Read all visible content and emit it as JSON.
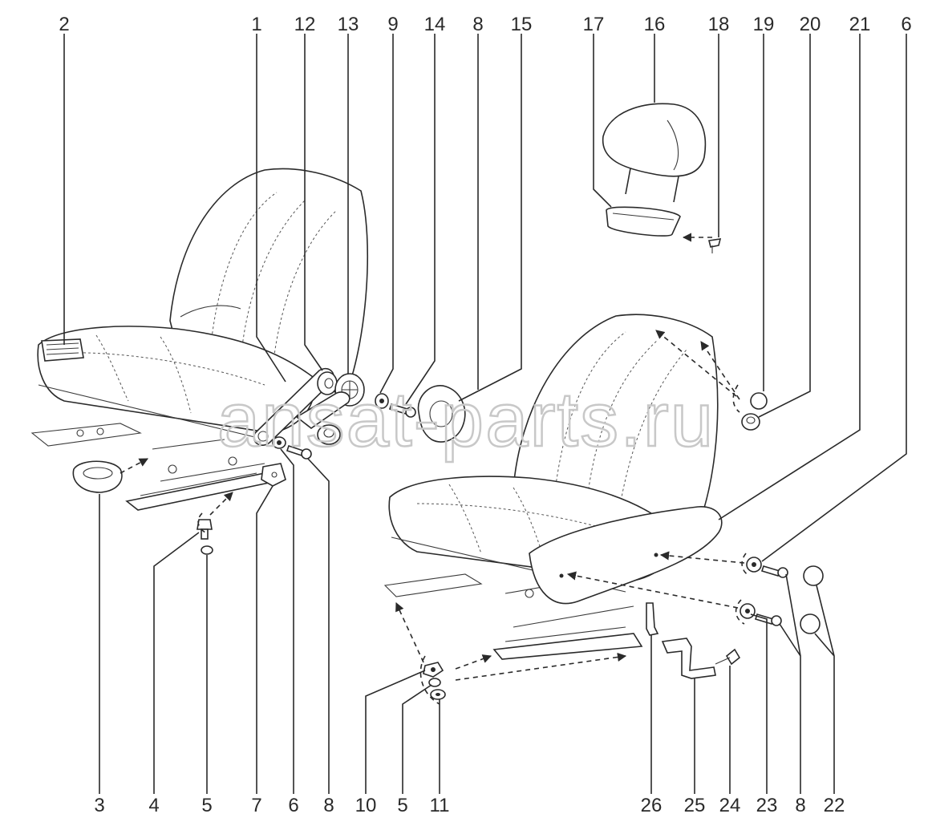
{
  "watermark": "ansat-parts.ru",
  "callouts_top": [
    "2",
    "1",
    "12",
    "13",
    "9",
    "14",
    "8",
    "15",
    "17",
    "16",
    "18",
    "19",
    "20",
    "21",
    "6"
  ],
  "callouts_bottom": [
    "3",
    "4",
    "5",
    "7",
    "6",
    "8",
    "10",
    "5",
    "11",
    "26",
    "25",
    "24",
    "23",
    "8",
    "22"
  ],
  "colors": {
    "line": "#2a2a2a",
    "watermark": "#c8c8c8",
    "background": "#ffffff"
  }
}
